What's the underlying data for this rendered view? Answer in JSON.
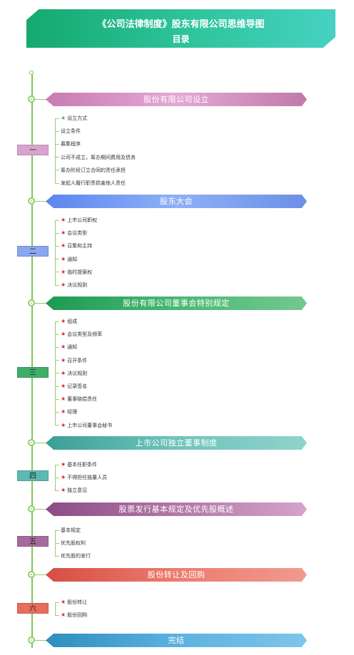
{
  "header": {
    "title": "《公司法律制度》股东有限公司思维导图",
    "subtitle": "目录"
  },
  "colors": {
    "spine": "#7ec856"
  },
  "sections": [
    {
      "num": "一",
      "title": "股份有限公司设立",
      "bar": "linear-gradient(90deg,#c77bb2,#e4a8d4 50%,#c07aa9)",
      "numbg": "#d8a4cf",
      "items": [
        {
          "text": "设立方式",
          "star": "green"
        },
        {
          "text": "设立条件",
          "star": ""
        },
        {
          "text": "募集程序",
          "star": ""
        },
        {
          "text": "公司不成立，筹办期间费用及债务",
          "star": ""
        },
        {
          "text": "筹办阶段订立合同的责任承担",
          "star": ""
        },
        {
          "text": "发起人履行职责损害他人责任",
          "star": ""
        }
      ]
    },
    {
      "num": "二",
      "title": "股东大会",
      "bar": "linear-gradient(90deg,#5b86ee,#8fb0f7 50%,#6c8fe8)",
      "numbg": "#8aa7ef",
      "items": [
        {
          "text": "上市公司职权",
          "star": "red"
        },
        {
          "text": "会议类型",
          "star": "red"
        },
        {
          "text": "召集和主持",
          "star": "red"
        },
        {
          "text": "通知",
          "star": "red"
        },
        {
          "text": "临时提案权",
          "star": "red"
        },
        {
          "text": "决议规则",
          "star": "red"
        }
      ]
    },
    {
      "num": "三",
      "title": "股份有限公司董事会特别规定",
      "bar": "linear-gradient(90deg,#1d9a52,#48b874 50%,#75c88f)",
      "numbg": "#3fae6a",
      "items": [
        {
          "text": "组成",
          "star": "red"
        },
        {
          "text": "会议类型及频率",
          "star": "red"
        },
        {
          "text": "通知",
          "star": "red"
        },
        {
          "text": "召开条件",
          "star": "red"
        },
        {
          "text": "决议规则",
          "star": "red"
        },
        {
          "text": "记录签名",
          "star": "red"
        },
        {
          "text": "董事赔偿责任",
          "star": "red"
        },
        {
          "text": "经理",
          "star": "red"
        },
        {
          "text": "上市公司董事会秘书",
          "star": "red"
        }
      ]
    },
    {
      "num": "四",
      "title": "上市公司独立董事制度",
      "bar": "linear-gradient(90deg,#3a9f97,#6fc4bb 50%,#8fd3cc)",
      "numbg": "#5db9b0",
      "items": [
        {
          "text": "基本任职条件",
          "star": "red"
        },
        {
          "text": "不得担任独董人员",
          "star": "red"
        },
        {
          "text": "独立意见",
          "star": "red"
        }
      ]
    },
    {
      "num": "五",
      "title": "股票发行基本规定及优先股概述",
      "bar": "linear-gradient(90deg,#8b4d86,#b277a8 50%,#d5a3cb)",
      "numbg": "#a66b9e",
      "items": [
        {
          "text": "基本规定",
          "star": ""
        },
        {
          "text": "优先股权利",
          "star": ""
        },
        {
          "text": "优先股的发行",
          "star": ""
        }
      ]
    },
    {
      "num": "六",
      "title": "股份转让及回购",
      "bar": "linear-gradient(90deg,#d74e43,#ec7b6f 50%,#f19a8f)",
      "numbg": "#e86d5c",
      "items": [
        {
          "text": "股份转让",
          "star": "red"
        },
        {
          "text": "股份回购",
          "star": "red"
        }
      ]
    },
    {
      "num": "",
      "title": "完结",
      "bar": "linear-gradient(90deg,#2e8ec0,#5cb1df 50%,#7fc5ea)",
      "numbg": "",
      "items": []
    }
  ]
}
